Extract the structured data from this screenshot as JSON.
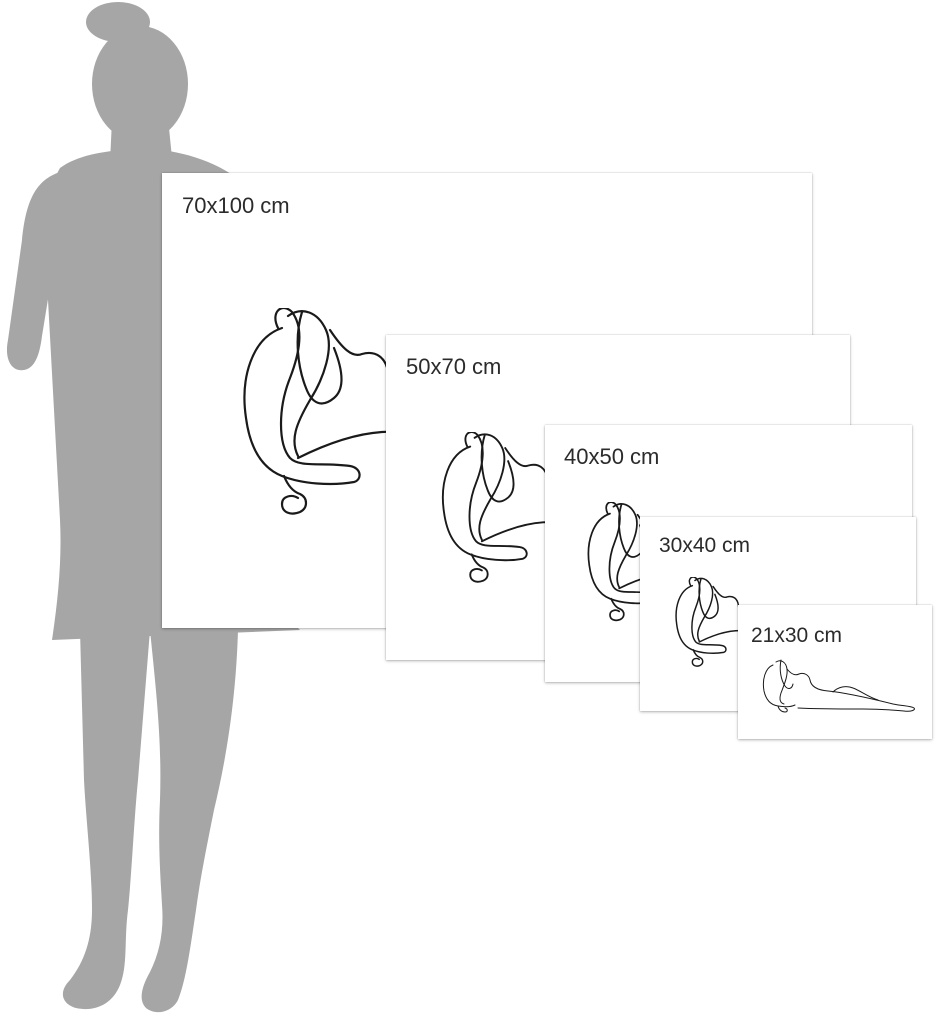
{
  "scene": {
    "silhouette_color": "#a6a6a6",
    "background_color": "#ffffff",
    "line_color": "#1a1a1a"
  },
  "posters": [
    {
      "id": "p70",
      "label": "70x100 cm"
    },
    {
      "id": "p50",
      "label": "50x70 cm"
    },
    {
      "id": "p40",
      "label": "40x50 cm"
    },
    {
      "id": "p30",
      "label": "30x40 cm"
    },
    {
      "id": "p21",
      "label": "21x30 cm"
    }
  ]
}
